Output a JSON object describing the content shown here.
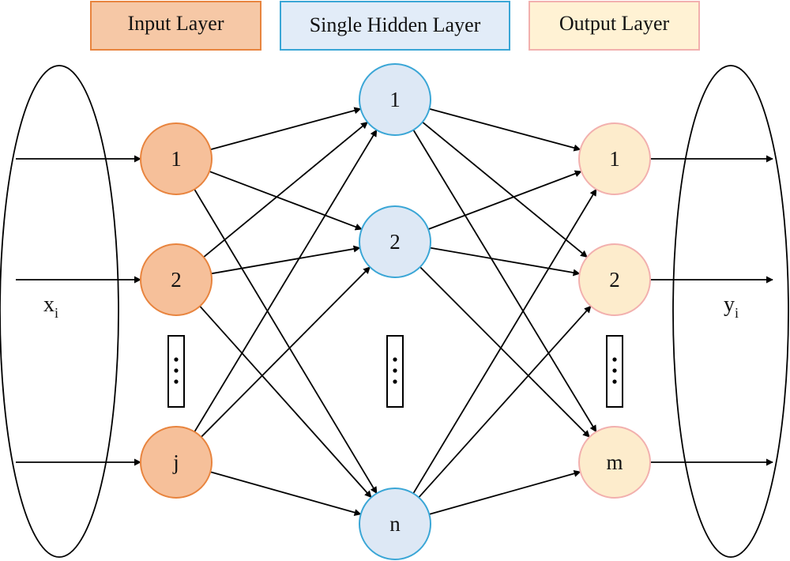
{
  "legend": {
    "input": {
      "label": "Input Layer",
      "fill": "#f6c8a6",
      "stroke": "#e8843e"
    },
    "hidden": {
      "label": "Single Hidden Layer",
      "fill": "#e2ecf8",
      "stroke": "#3aa6d6"
    },
    "output": {
      "label": "Output Layer",
      "fill": "#fff2d4",
      "stroke": "#f2b0ae"
    }
  },
  "input_label": {
    "base": "x",
    "sub": "i"
  },
  "output_label": {
    "base": "y",
    "sub": "i"
  },
  "layers": {
    "input": [
      "1",
      "2",
      "j"
    ],
    "hidden": [
      "1",
      "2",
      "n"
    ],
    "output": [
      "1",
      "2",
      "m"
    ]
  },
  "node_colors": {
    "input": {
      "fill": "#f6c09a",
      "stroke": "#e8843e"
    },
    "hidden": {
      "fill": "#dde8f5",
      "stroke": "#3aa6d6"
    },
    "output": {
      "fill": "#fdeccc",
      "stroke": "#f2b0ae"
    }
  }
}
